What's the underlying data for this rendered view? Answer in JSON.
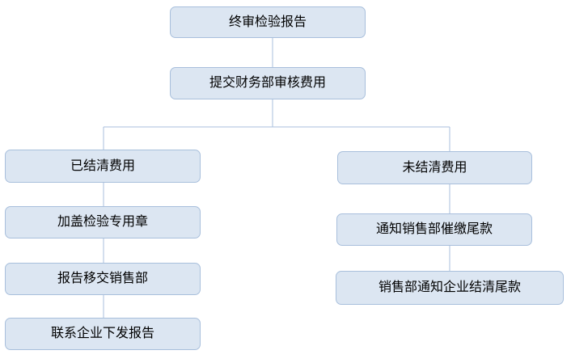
{
  "diagram": {
    "type": "flowchart",
    "colors": {
      "node_fill": "#dce6f2",
      "node_border": "#a8bfdc",
      "connector": "#a8bfdc",
      "text": "#000000",
      "background": "#ffffff"
    },
    "nodes": [
      {
        "id": "final-inspection-report",
        "label": "终审检验报告"
      },
      {
        "id": "submit-finance-review",
        "label": "提交财务部审核费用"
      },
      {
        "id": "fees-settled",
        "label": "已结清费用"
      },
      {
        "id": "apply-inspection-seal",
        "label": "加盖检验专用章"
      },
      {
        "id": "report-to-sales",
        "label": "报告移交销售部"
      },
      {
        "id": "contact-enterprise-issue-report",
        "label": "联系企业下发报告"
      },
      {
        "id": "fees-unsettled",
        "label": "未结清费用"
      },
      {
        "id": "notify-sales-collect-balance",
        "label": "通知销售部催缴尾款"
      },
      {
        "id": "sales-notify-enterprise-settle",
        "label": "销售部通知企业结清尾款"
      }
    ],
    "edges": [
      {
        "from": "final-inspection-report",
        "to": "submit-finance-review"
      },
      {
        "from": "submit-finance-review",
        "to": "fees-settled"
      },
      {
        "from": "submit-finance-review",
        "to": "fees-unsettled"
      },
      {
        "from": "fees-settled",
        "to": "apply-inspection-seal"
      },
      {
        "from": "apply-inspection-seal",
        "to": "report-to-sales"
      },
      {
        "from": "report-to-sales",
        "to": "contact-enterprise-issue-report"
      },
      {
        "from": "fees-unsettled",
        "to": "notify-sales-collect-balance"
      },
      {
        "from": "notify-sales-collect-balance",
        "to": "sales-notify-enterprise-settle"
      }
    ]
  }
}
